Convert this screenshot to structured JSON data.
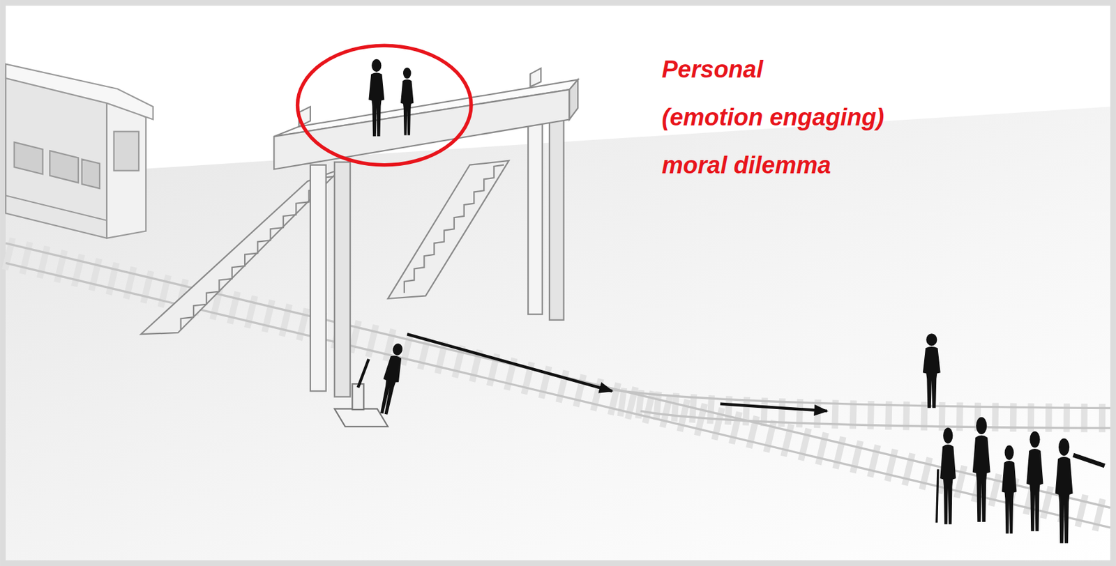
{
  "diagram": {
    "labels": [
      "Personal",
      "(emotion engaging)",
      "moral dilemma"
    ]
  }
}
